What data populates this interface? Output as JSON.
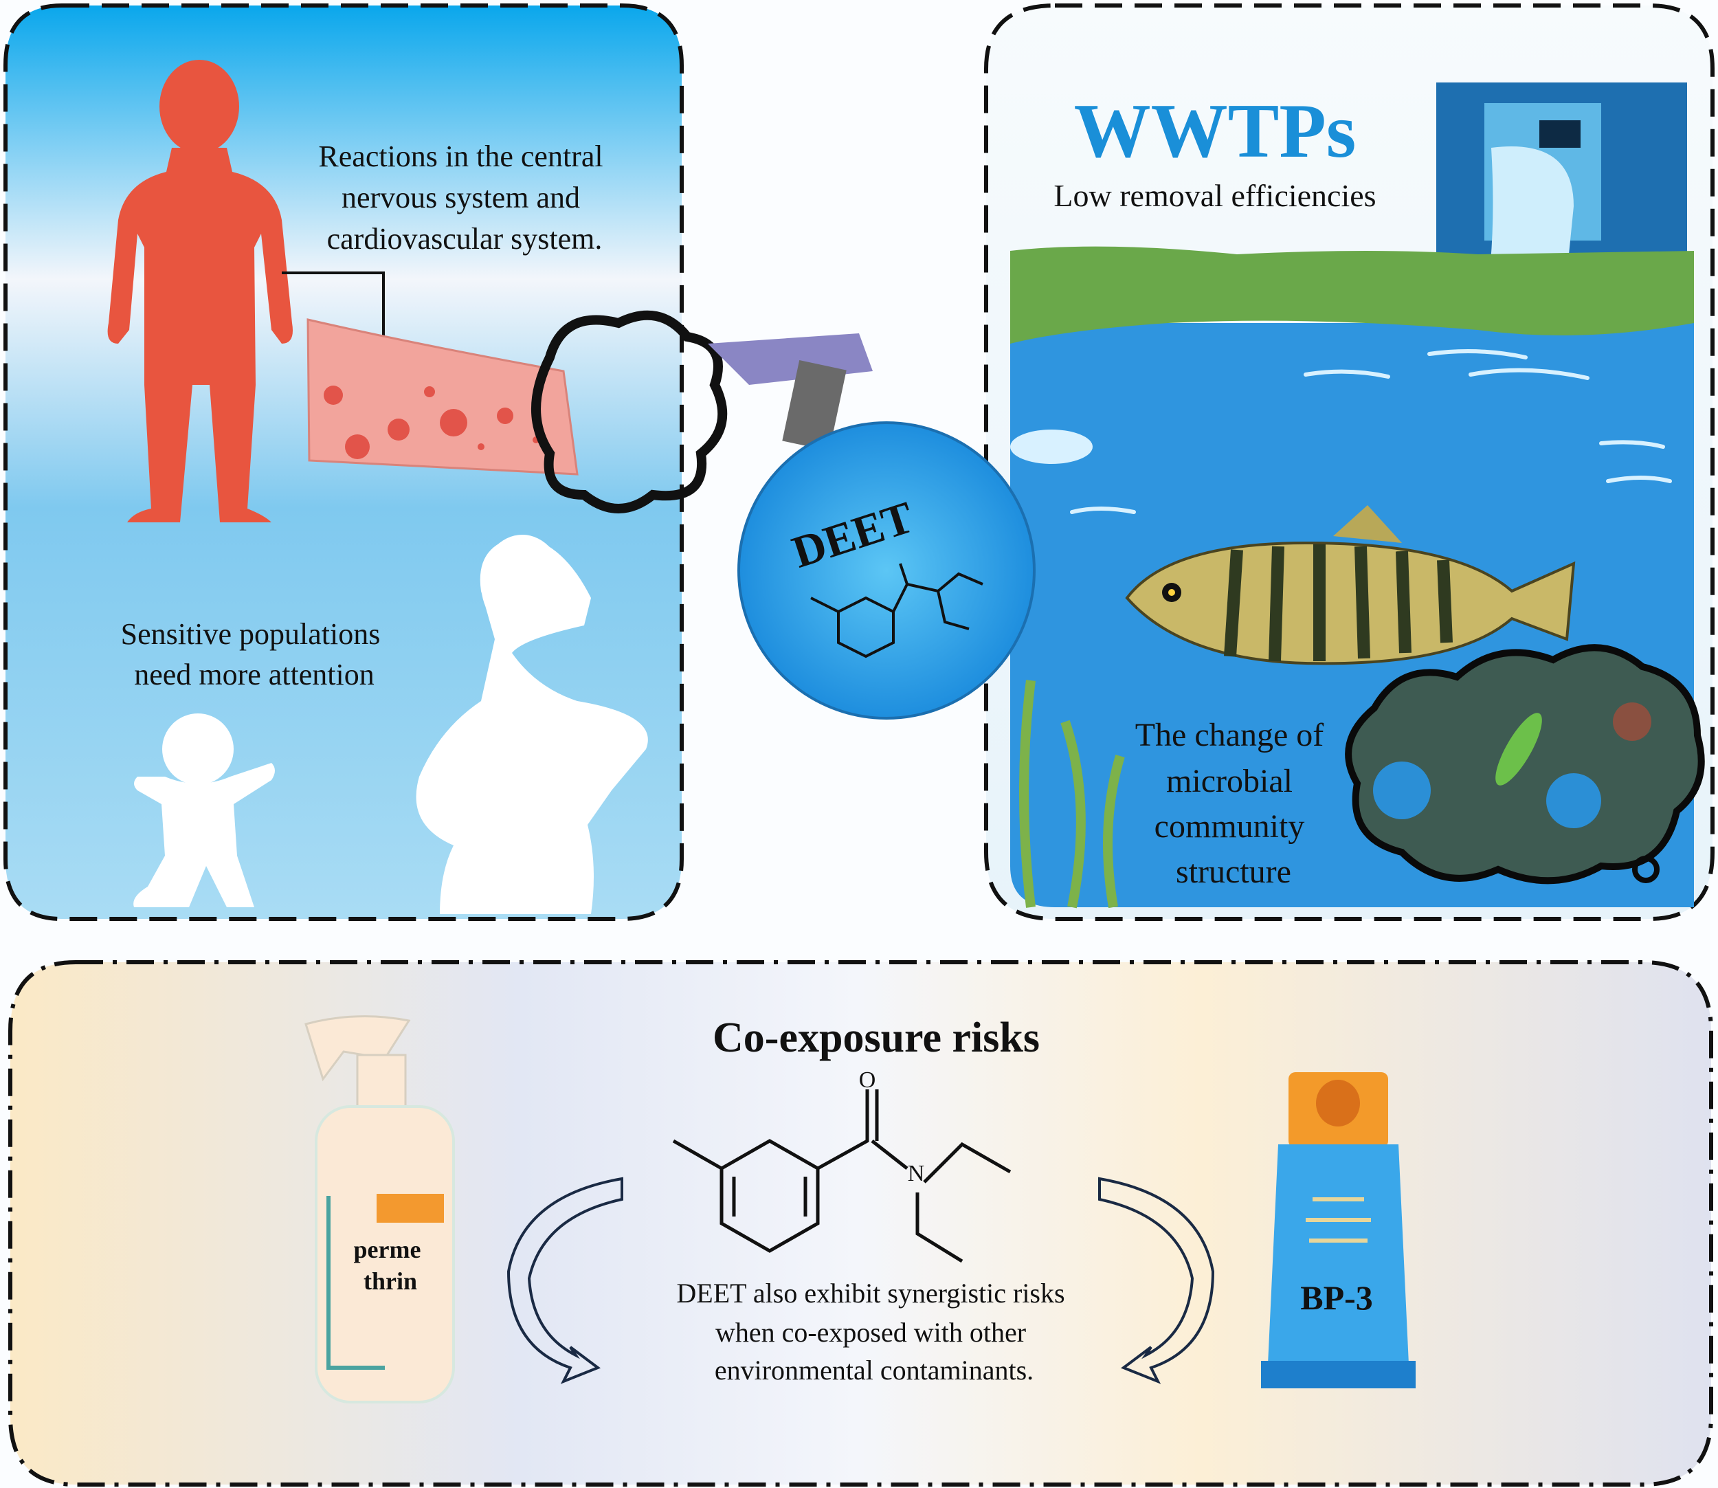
{
  "human_panel": {
    "reaction_text": [
      "Reactions in the central",
      "nervous system and",
      "cardiovascular system."
    ],
    "sensitive_text": [
      "Sensitive populations",
      "need more attention"
    ]
  },
  "deet_bottle": {
    "label": "DEET"
  },
  "wwtp_panel": {
    "title": "WWTPs",
    "subtitle": "Low removal efficiencies",
    "microbial_text": [
      "The change of",
      "microbial",
      "community",
      "structure"
    ]
  },
  "coexposure_panel": {
    "title": "Co-exposure risks",
    "description": [
      "DEET also exhibit synergistic risks",
      "when co-exposed with other",
      "environmental contaminants."
    ],
    "left_product": [
      "perme",
      "thrin"
    ],
    "right_product": "BP-3",
    "structure_atoms": {
      "oxygen": "O",
      "nitrogen": "N"
    }
  },
  "colors": {
    "wwtp_title": "#1a8fd8",
    "human": "#e8553f",
    "water": "#2f95df",
    "bottle": "#3aa7ea"
  }
}
